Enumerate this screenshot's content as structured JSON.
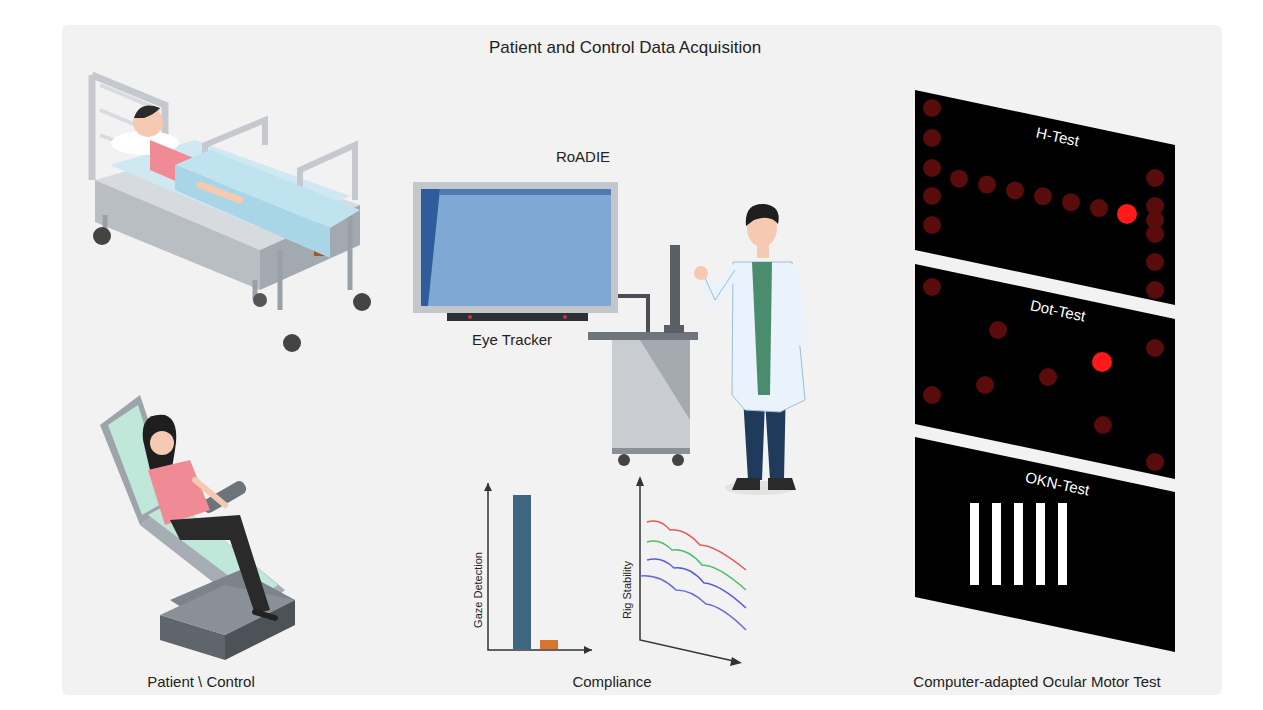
{
  "diagram": {
    "title": "Patient and Control Data Acquisition",
    "nodes": [
      {
        "text": [
          "H-Test"
        ]
      },
      {
        "text": [
          "Dot-Test"
        ]
      },
      {
        "text": [
          "OKN-Test"
        ]
      }
    ],
    "labels": [
      "RoADIE",
      "Eye Tracker",
      "Patient \\ Control",
      "Compliance",
      "Gaze Detection",
      "Rig Stability",
      "Computer-adapted Ocular Motor Test"
    ]
  }
}
